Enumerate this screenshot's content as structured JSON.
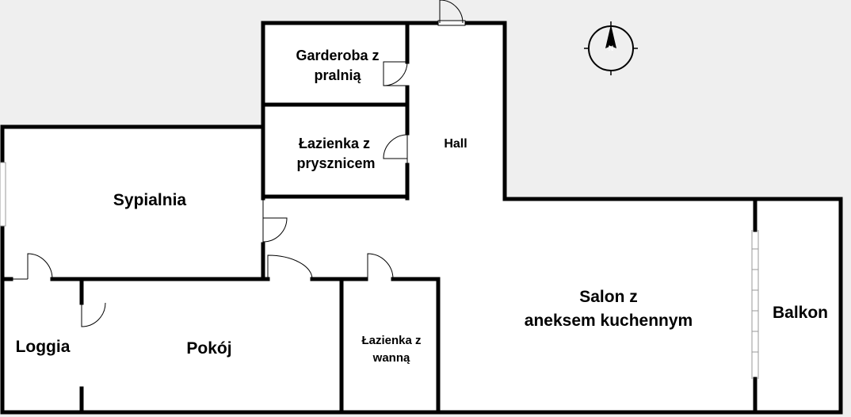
{
  "rooms": {
    "garderoba": [
      "Garderoba z",
      "pralnią"
    ],
    "lazienka_prysznic": [
      "Łazienka z",
      "prysznicem"
    ],
    "hall": "Hall",
    "sypialnia": "Sypialnia",
    "salon": [
      "Salon z",
      "aneksem kuchennym"
    ],
    "balkon": "Balkon",
    "loggia": "Loggia",
    "pokoj": "Pokój",
    "lazienka_wanna": [
      "Łazienka z",
      "wanną"
    ]
  },
  "compass": {
    "label": "N"
  },
  "colors": {
    "outside": "#efefef",
    "floor": "#ffffff",
    "wall": "#000000"
  }
}
